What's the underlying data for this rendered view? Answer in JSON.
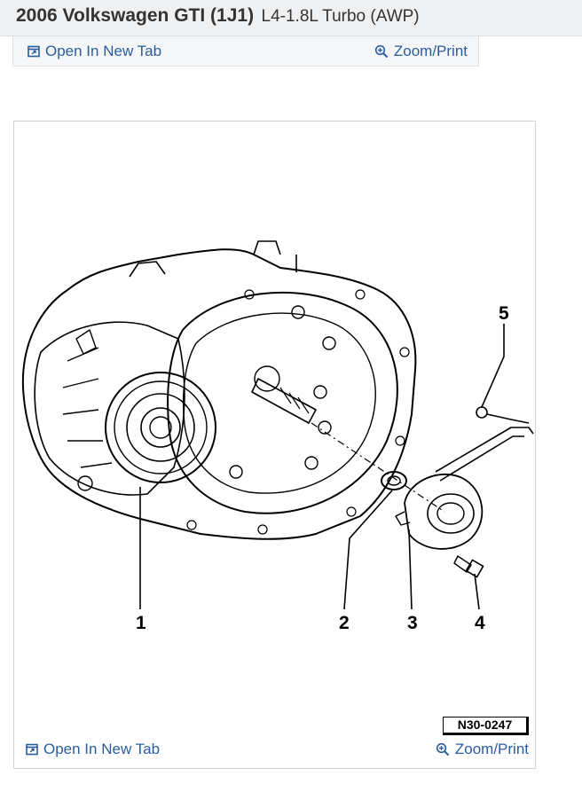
{
  "header": {
    "vehicle": "2006 Volkswagen GTI (1J1)",
    "engine": "L4-1.8L Turbo (AWP)"
  },
  "toolbar": {
    "open_new_tab": "Open In New Tab",
    "zoom_print": "Zoom/Print"
  },
  "figure": {
    "callouts": [
      "1",
      "2",
      "3",
      "4",
      "5"
    ],
    "code": "N30-0247"
  },
  "icons": {
    "open_tab": "open-new-tab-icon",
    "zoom": "magnifier-plus-icon"
  },
  "colors": {
    "link": "#2a5d9c",
    "header_bg": "#eef0f2"
  }
}
